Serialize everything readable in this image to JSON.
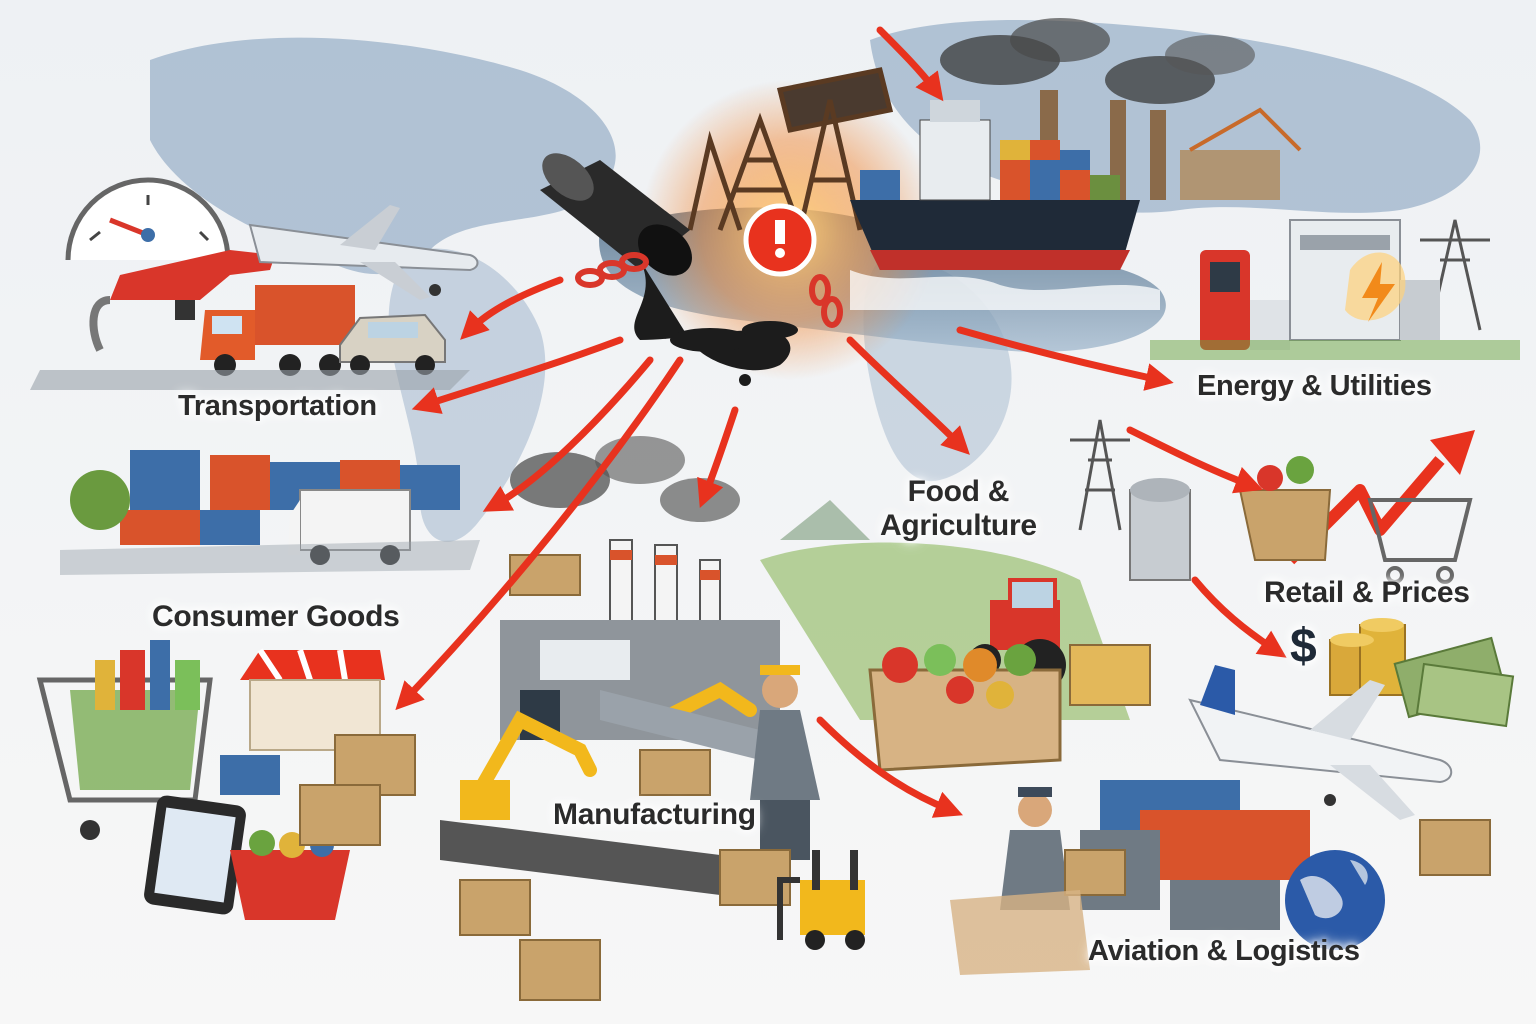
{
  "labels": {
    "transportation": "Transportation",
    "consumer_goods": "Consumer Goods",
    "manufacturing": "Manufacturing",
    "food_line1": "Food &",
    "food_line2": "Agriculture",
    "energy": "Energy & Utilities",
    "retail": "Retail & Prices",
    "aviation": "Aviation & Logistics",
    "dollar_sign": "$"
  },
  "colors": {
    "arrow_red": "#e8321e",
    "oil_black": "#1c1c1c",
    "map_blue": "#6f8fae",
    "container_orange": "#d9532b",
    "container_blue": "#3d6ea8",
    "box_brown": "#c9a36b",
    "machine_yellow": "#f2b81c",
    "money_green": "#8fae6b",
    "coin_gold": "#d9a83a"
  },
  "icons": [
    "oil-barrel-icon",
    "oil-spill-icon",
    "chain-icon",
    "warning-icon",
    "oil-pump-icon",
    "cargo-ship-icon",
    "factory-smoke-icon",
    "fuel-gauge-icon",
    "fuel-nozzle-icon",
    "airplane-icon",
    "truck-icon",
    "car-icon",
    "container-icon",
    "shopping-cart-icon",
    "tablet-icon",
    "shopping-basket-icon",
    "market-stall-icon",
    "robot-arm-icon",
    "worker-icon",
    "forklift-icon",
    "conveyor-belt-icon",
    "tractor-icon",
    "vegetable-crate-icon",
    "silo-icon",
    "power-tower-icon",
    "gas-pump-icon",
    "lightning-icon",
    "rising-trend-arrow-icon",
    "dollar-sign-icon",
    "coins-icon",
    "banknotes-icon",
    "globe-icon",
    "cardboard-box-icon"
  ]
}
